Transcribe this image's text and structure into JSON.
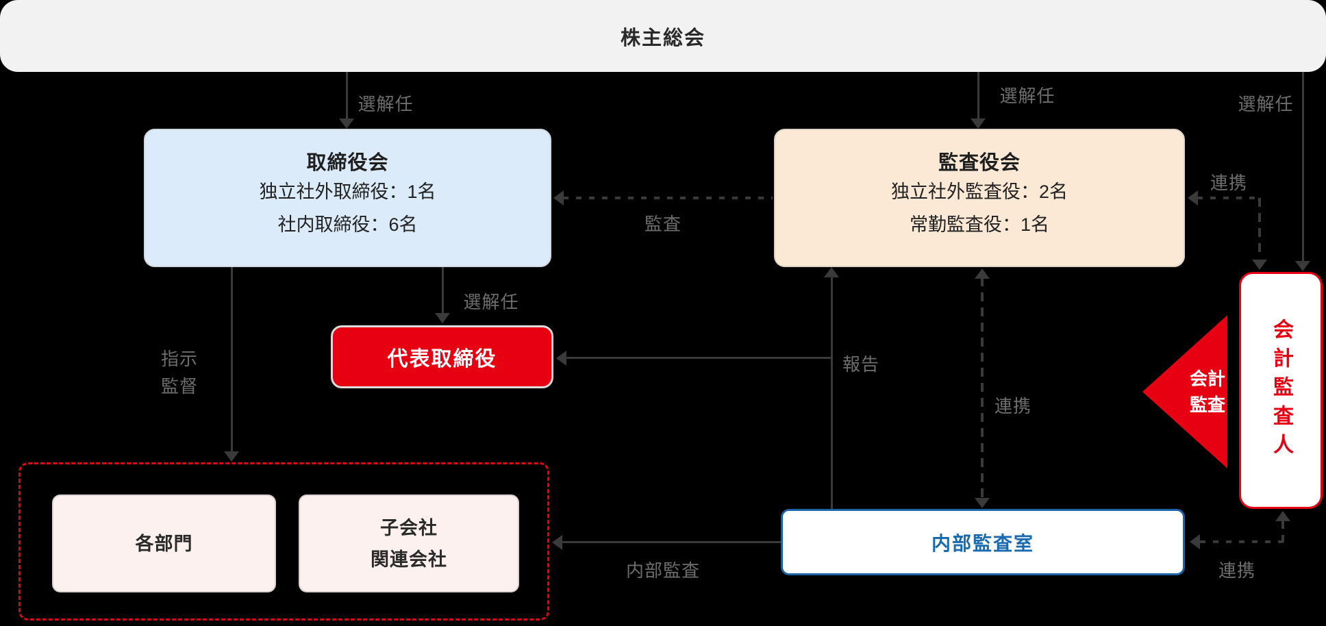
{
  "header": {
    "title": "株主総会"
  },
  "boards": {
    "torishimariyakukai": {
      "title": "取締役会",
      "line1": "独立社外取締役：1名",
      "line2": "社内取締役：6名"
    },
    "kansayakukai": {
      "title": "監査役会",
      "line1": "独立社外監査役：2名",
      "line2": "常勤監査役：1名"
    },
    "daihyo": {
      "title": "代表取締役"
    },
    "kakubumon": {
      "title": "各部門"
    },
    "kogaisha": {
      "line1": "子会社",
      "line2": "関連会社"
    },
    "naibu_kansashitsu": {
      "title": "内部監査室"
    },
    "kaikei_kansanin": {
      "title": "会計監査人"
    },
    "kaikei_triangle": {
      "line1": "会計",
      "line2": "監査"
    }
  },
  "edge_labels": {
    "senkainin_to_torishimariyakukai": "選解任",
    "senkainin_to_kansayakukai": "選解任",
    "senkainin_to_kaikei": "選解任",
    "kansa": "監査",
    "renkei_top": "連携",
    "senkainin_to_daihyo": "選解任",
    "shiji": "指示",
    "kantoku": "監督",
    "hokoku": "報告",
    "renkei_mid": "連携",
    "naibu_kansa": "内部監査",
    "renkei_bottom": "連携"
  },
  "colors": {
    "background": "#000000",
    "topbar_bg": "#f2f2f2",
    "board_blue_bg": "#dcebf9",
    "board_peach_bg": "#fbe9d6",
    "board_pink_bg": "#fcf1ef",
    "accent_red": "#e60012",
    "blue_border": "#1d64a6",
    "blue_text": "#1a6ab0",
    "edge_line": "#3a3a3a",
    "edge_label": "#6d6d6d"
  }
}
